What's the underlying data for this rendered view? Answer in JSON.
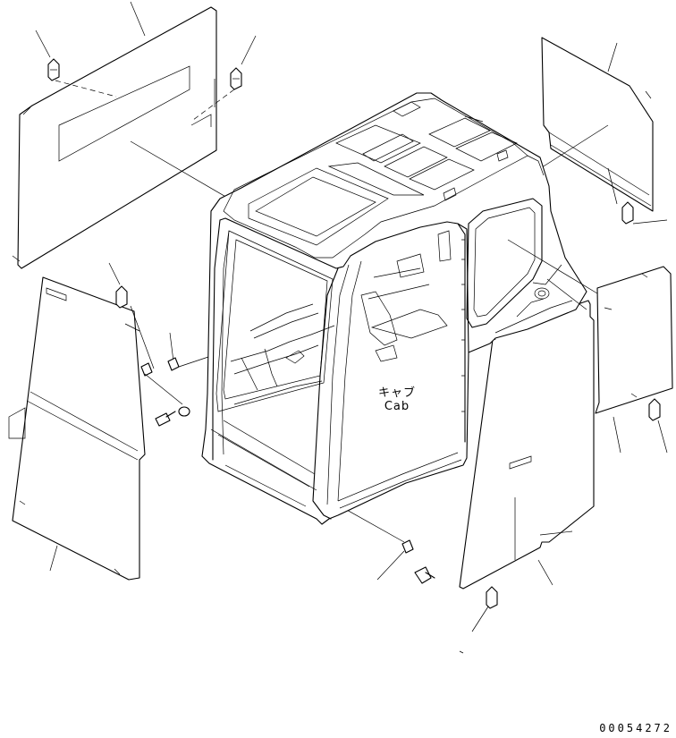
{
  "diagram": {
    "cab_label_jp": "キャブ",
    "cab_label_en": "Cab",
    "catalog_number": "00054272",
    "colors": {
      "line": "#000000",
      "background": "#ffffff"
    }
  }
}
